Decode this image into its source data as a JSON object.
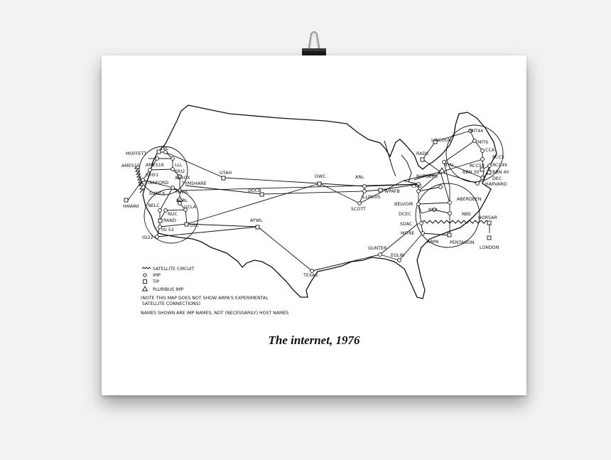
{
  "caption": "The internet, 1976",
  "sites": {
    "moffett": "MOFFETT",
    "lbl": "LBL",
    "ames15": "AMES15",
    "ames16": "AMES16",
    "lll": "LLL",
    "sri51": "SRI51",
    "sri2": "SRI2",
    "xerox": "XEROX",
    "stanford": "STANFORD",
    "tymshare": "TYMSHARE",
    "sumex": "SUMEX",
    "fnwc": "FNWC",
    "hawaii": "HAWAII",
    "nelc": "NELC",
    "scrl": "SCRL",
    "nuc": "NUC",
    "ucla": "UCLA",
    "rand": "RAND",
    "isi52": "ISI 52",
    "usc": "USC",
    "isi22": "ISI22",
    "utah": "UTAH",
    "docb": "DOCB",
    "gwc": "GWC",
    "anl": "ANL",
    "illinois": "ILLINOIS",
    "wpafb": "WPAFB",
    "scott": "SCOTT",
    "afwl": "AFWL",
    "texas": "TEXAS",
    "gunter": "GUNTER",
    "eglin": "EGLIN",
    "lincoln": "LINCOLN",
    "mit44": "MIT44",
    "mit6": "MIT6",
    "radc": "RADC",
    "cca": "CCA",
    "rcc5": "RCC5",
    "rcc50": "RCC50",
    "rcc49": "RCC49",
    "bbn30": "BBN 30",
    "bbn40": "BBN 40",
    "dec": "DEC",
    "harvard": "HARVARD",
    "nyu": "NYU",
    "rutgers": "RUTGERS",
    "cmu": "CMU",
    "belvoir": "BELVOIR",
    "aberdeen": "ABERDEEN",
    "dcec": "DCEC",
    "nsa": "NSA",
    "nbs": "NBS",
    "sdac": "SDAC",
    "norsar": "NORSAR",
    "london": "LONDON",
    "mitre": "MITRE",
    "arpa": "ARPA",
    "pentagon": "PENTAGON"
  },
  "legend": {
    "satellite": "SATELLITE CIRCUIT",
    "imp": "IMP",
    "tip": "TIP",
    "pluribus": "PLURIBUS IMP"
  },
  "notes": {
    "line1": "(NOTE  THIS MAP DOES NOT SHOW ARPA'S EXPERIMENTAL",
    "line2": "SATELLITE CONNECTIONS)",
    "line3": "NAMES SHOWN ARE IMP NAMES, NOT (NECESSARILY) HOST NAMES"
  }
}
